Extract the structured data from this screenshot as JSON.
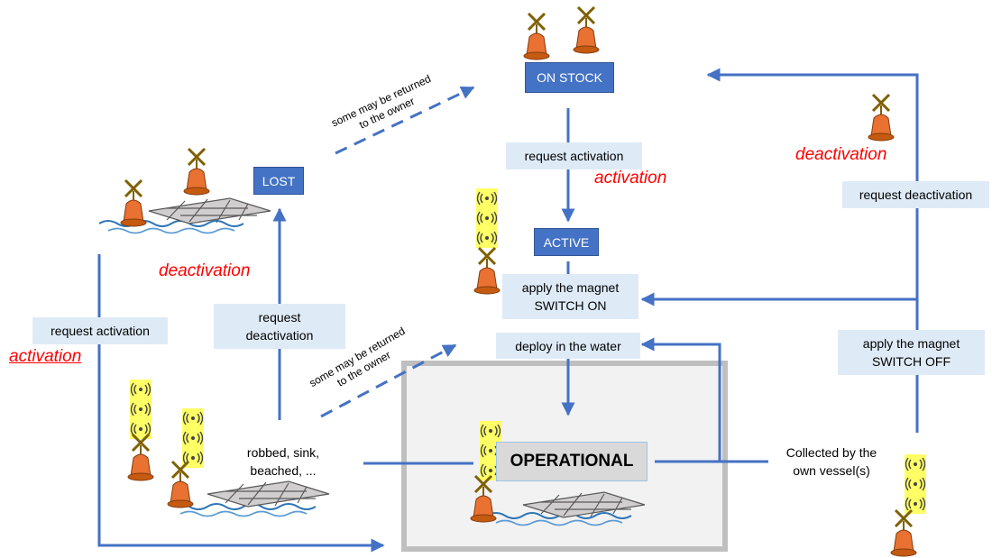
{
  "states": {
    "on_stock": "ON STOCK",
    "lost": "LOST",
    "active": "ACTIVE",
    "operational": "OPERATIONAL"
  },
  "steps": {
    "request_activation_top": "request activation",
    "request_activation_left": "request activation",
    "request_deactivation_right": "request deactivation",
    "request_deactivation_left": [
      "request",
      "deactivation"
    ],
    "magnet_on": [
      "apply the magnet",
      "SWITCH ON"
    ],
    "magnet_off": [
      "apply the magnet",
      "SWITCH OFF"
    ],
    "deploy": "deploy in the water"
  },
  "events": {
    "robbed": [
      "robbed, sink,",
      "beached, ..."
    ],
    "collected": [
      "Collected by the",
      "own vessel(s)"
    ]
  },
  "annotations": {
    "activation_top": "activation",
    "activation_left": "activation",
    "deactivation_top_right": "deactivation",
    "deactivation_left": "deactivation",
    "returned_upper": [
      "some may be returned",
      "to the owner"
    ],
    "returned_lower": [
      "some may be returned",
      "to the owner"
    ]
  },
  "colors": {
    "arrow": "#4472c4",
    "state_box": "#4472c4",
    "step_box": "#deebf7",
    "annotation": "#ff0000",
    "buoy_body": "#e97132",
    "signal_tag": "#ffff66"
  }
}
